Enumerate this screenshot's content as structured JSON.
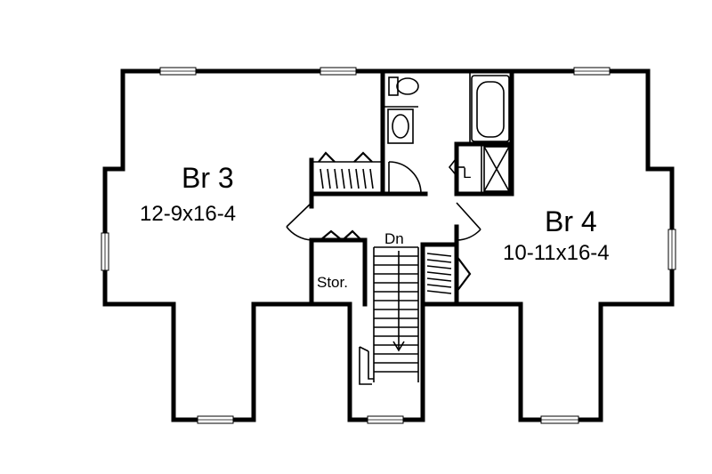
{
  "rooms": {
    "br3": {
      "name": "Br 3",
      "size": "12-9x16-4"
    },
    "br4": {
      "name": "Br 4",
      "size": "10-11x16-4"
    },
    "storage": {
      "name": "Stor."
    },
    "laundry": {
      "name": "L"
    },
    "stairs": {
      "label": "Dn"
    }
  }
}
